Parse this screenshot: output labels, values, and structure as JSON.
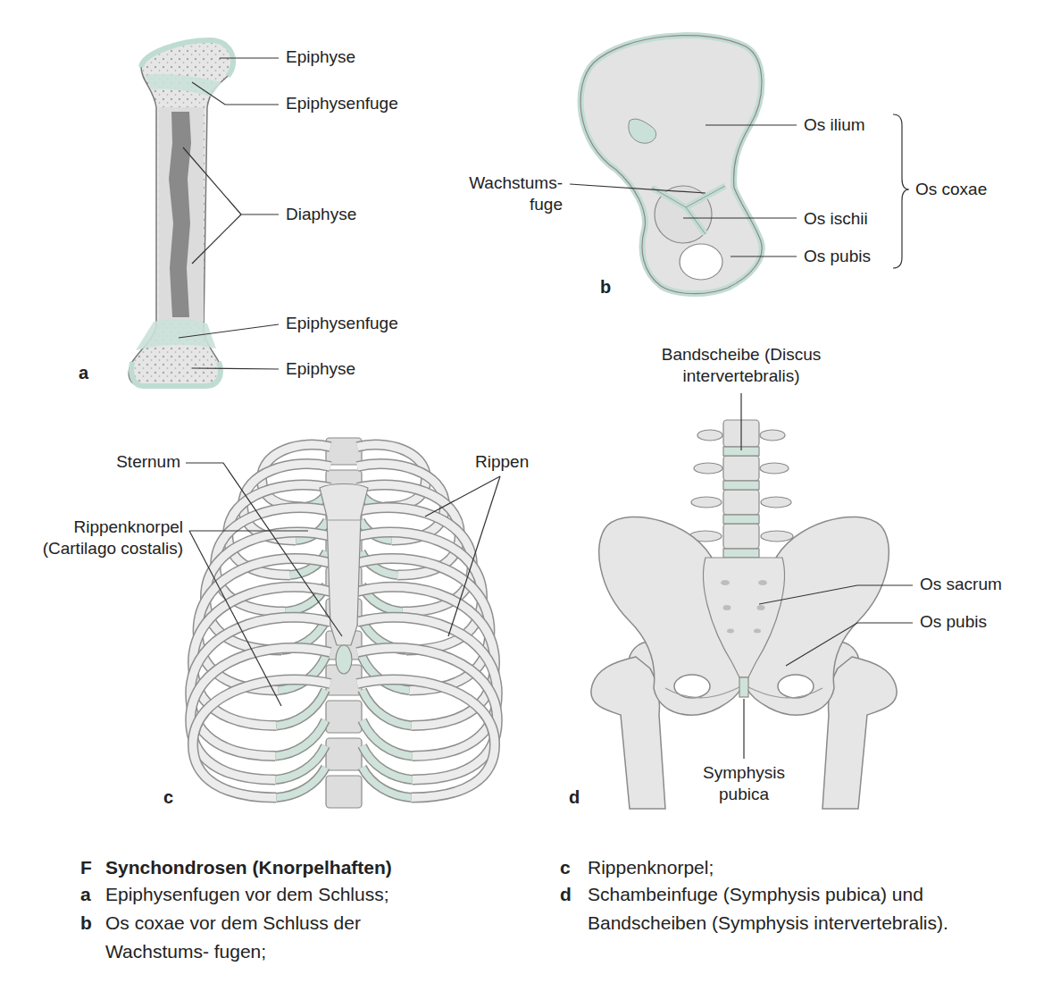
{
  "diagram": {
    "title": "Synchondrosen (Knorpelhaften)",
    "labels": [
      "Epiphyse",
      "Epiphysenfuge",
      "Diaphyse",
      "Epiphysenfuge",
      "Epiphyse",
      "a",
      "Os ilium",
      "Wachstums- fuge",
      "Os coxae",
      "Os ischii",
      "Os pubis",
      "b",
      "Bandscheibe (Discus intervertebralis)",
      "Sternum",
      "Rippen",
      "Rippenknorpel (Cartilago costalis)",
      "c",
      "Os sacrum",
      "Os pubis",
      "Symphysis pubica",
      "d",
      "F",
      "a",
      "Epiphysenfugen vor dem Schluss;",
      "b",
      "Os coxae vor dem Schluss der Wachstums- fugen;",
      "c",
      "Rippenknorpel;",
      "d",
      "Schambeinfuge (Symphysis pubica) und Bandscheiben (Symphysis intervertebralis)."
    ]
  }
}
